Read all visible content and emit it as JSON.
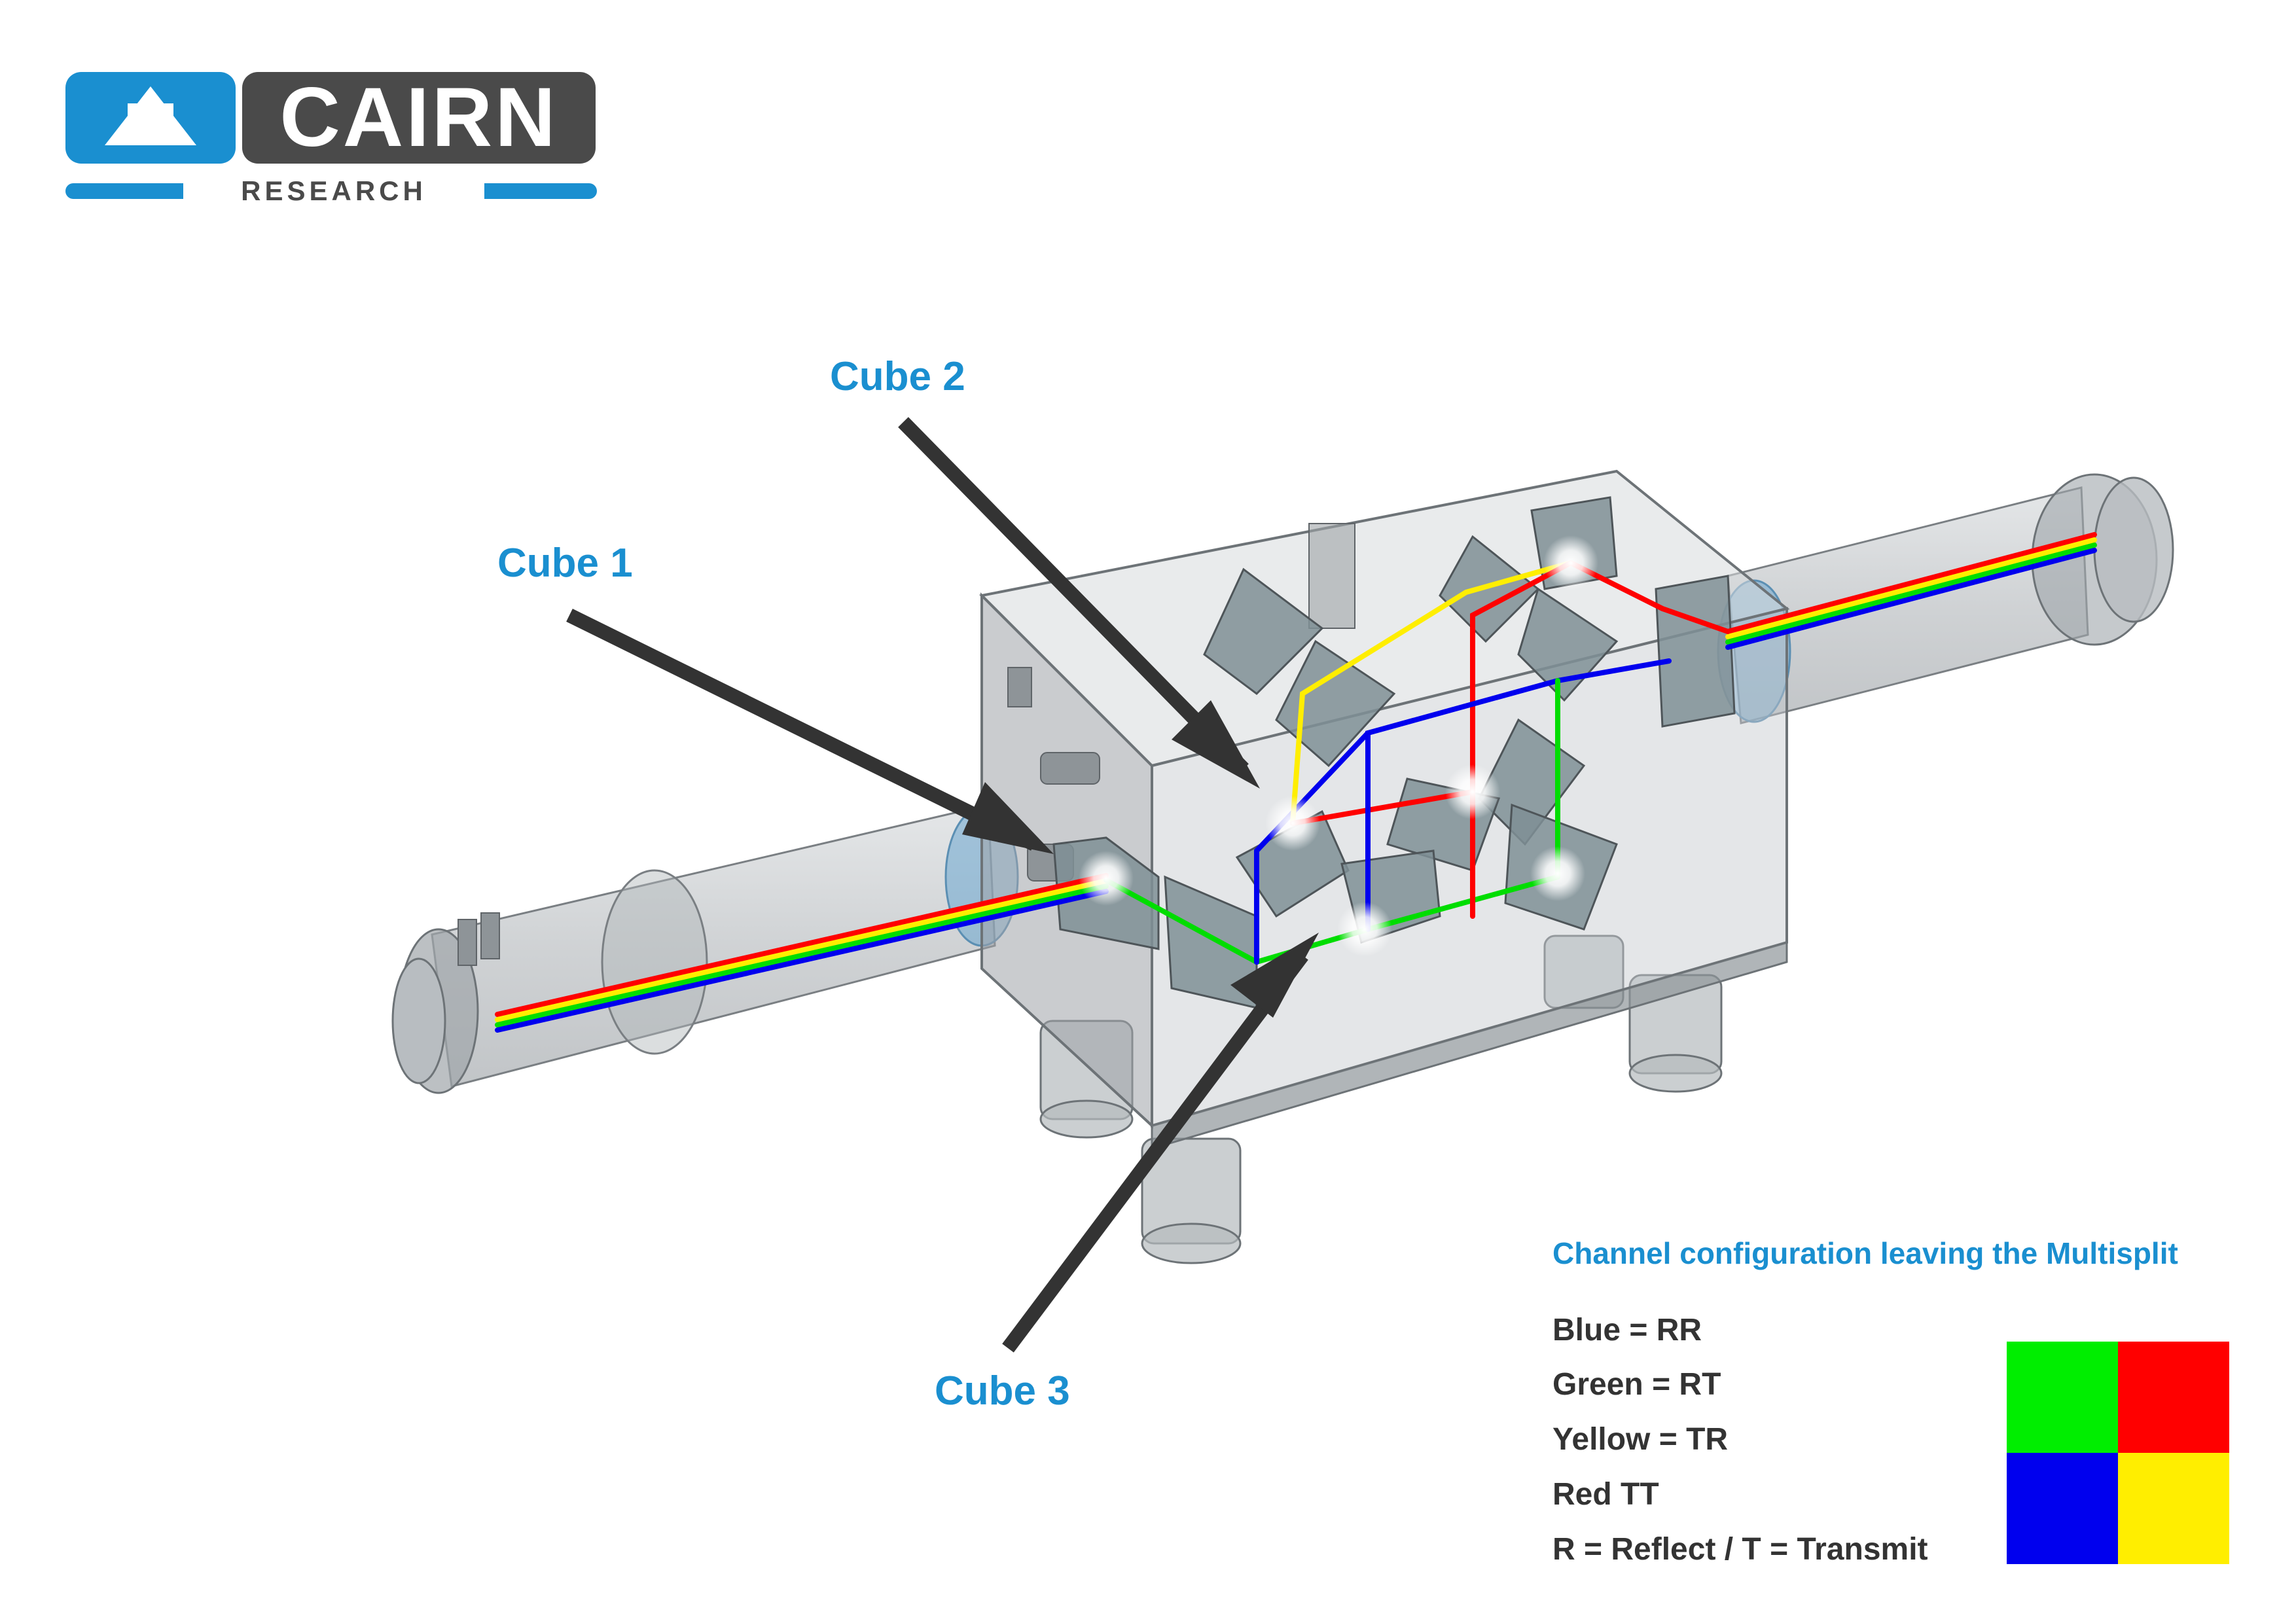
{
  "logo": {
    "brand": "CAIRN",
    "sub": "RESEARCH",
    "colors": {
      "blue": "#1a8fd0",
      "grey": "#4a4a4a"
    }
  },
  "callouts": {
    "cube1": "Cube 1",
    "cube2": "Cube 2",
    "cube3": "Cube 3"
  },
  "legend": {
    "title": "Channel configuration leaving the Multisplit",
    "lines": [
      "Blue = RR",
      "Green = RT",
      "Yellow = TR",
      "Red TT",
      "R = Reflect / T = Transmit"
    ],
    "swatches": [
      {
        "name": "green",
        "color": "#00ee00"
      },
      {
        "name": "red",
        "color": "#ff0000"
      },
      {
        "name": "blue",
        "color": "#0000ee"
      },
      {
        "name": "yellow",
        "color": "#ffee00"
      }
    ]
  },
  "beam_colors": {
    "red": "#ff0000",
    "yellow": "#ffee00",
    "green": "#00dd00",
    "blue": "#0000ee"
  }
}
